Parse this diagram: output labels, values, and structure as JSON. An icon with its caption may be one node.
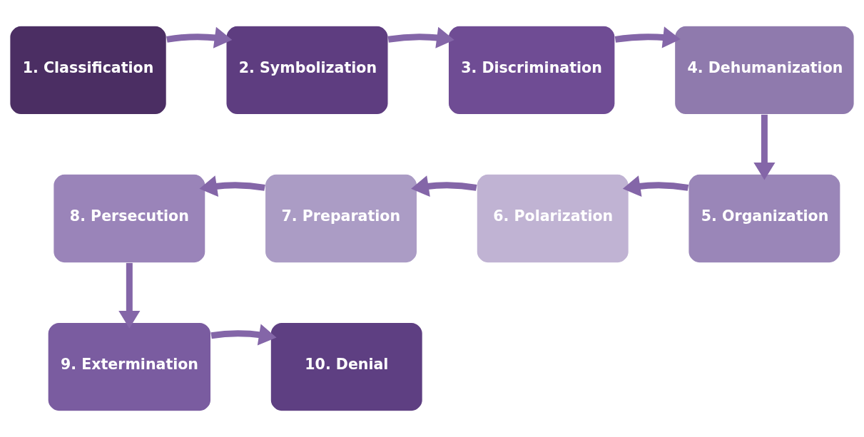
{
  "diagram": {
    "nodes": [
      {
        "text": [
          "1. Classification"
        ]
      },
      {
        "text": [
          "2. Symbolization"
        ]
      },
      {
        "text": [
          "3. Discrimination"
        ]
      },
      {
        "text": [
          "4. Dehumanization"
        ]
      },
      {
        "text": [
          "5. Organization"
        ]
      },
      {
        "text": [
          "6. Polarization"
        ]
      },
      {
        "text": [
          "7. Preparation"
        ]
      },
      {
        "text": [
          "8. Persecution"
        ]
      },
      {
        "text": [
          "9. Extermination"
        ]
      },
      {
        "text": [
          "10. Denial"
        ]
      }
    ],
    "edges": [
      {
        "from": 0,
        "to": 1,
        "arrow": "to"
      },
      {
        "from": 1,
        "to": 2,
        "arrow": "to"
      },
      {
        "from": 2,
        "to": 3,
        "arrow": "to"
      },
      {
        "from": 3,
        "to": 4,
        "arrow": "to"
      },
      {
        "from": 4,
        "to": 5,
        "arrow": "to"
      },
      {
        "from": 5,
        "to": 6,
        "arrow": "to"
      },
      {
        "from": 6,
        "to": 7,
        "arrow": "to"
      },
      {
        "from": 7,
        "to": 8,
        "arrow": "to"
      },
      {
        "from": 8,
        "to": 9,
        "arrow": "to"
      }
    ]
  }
}
